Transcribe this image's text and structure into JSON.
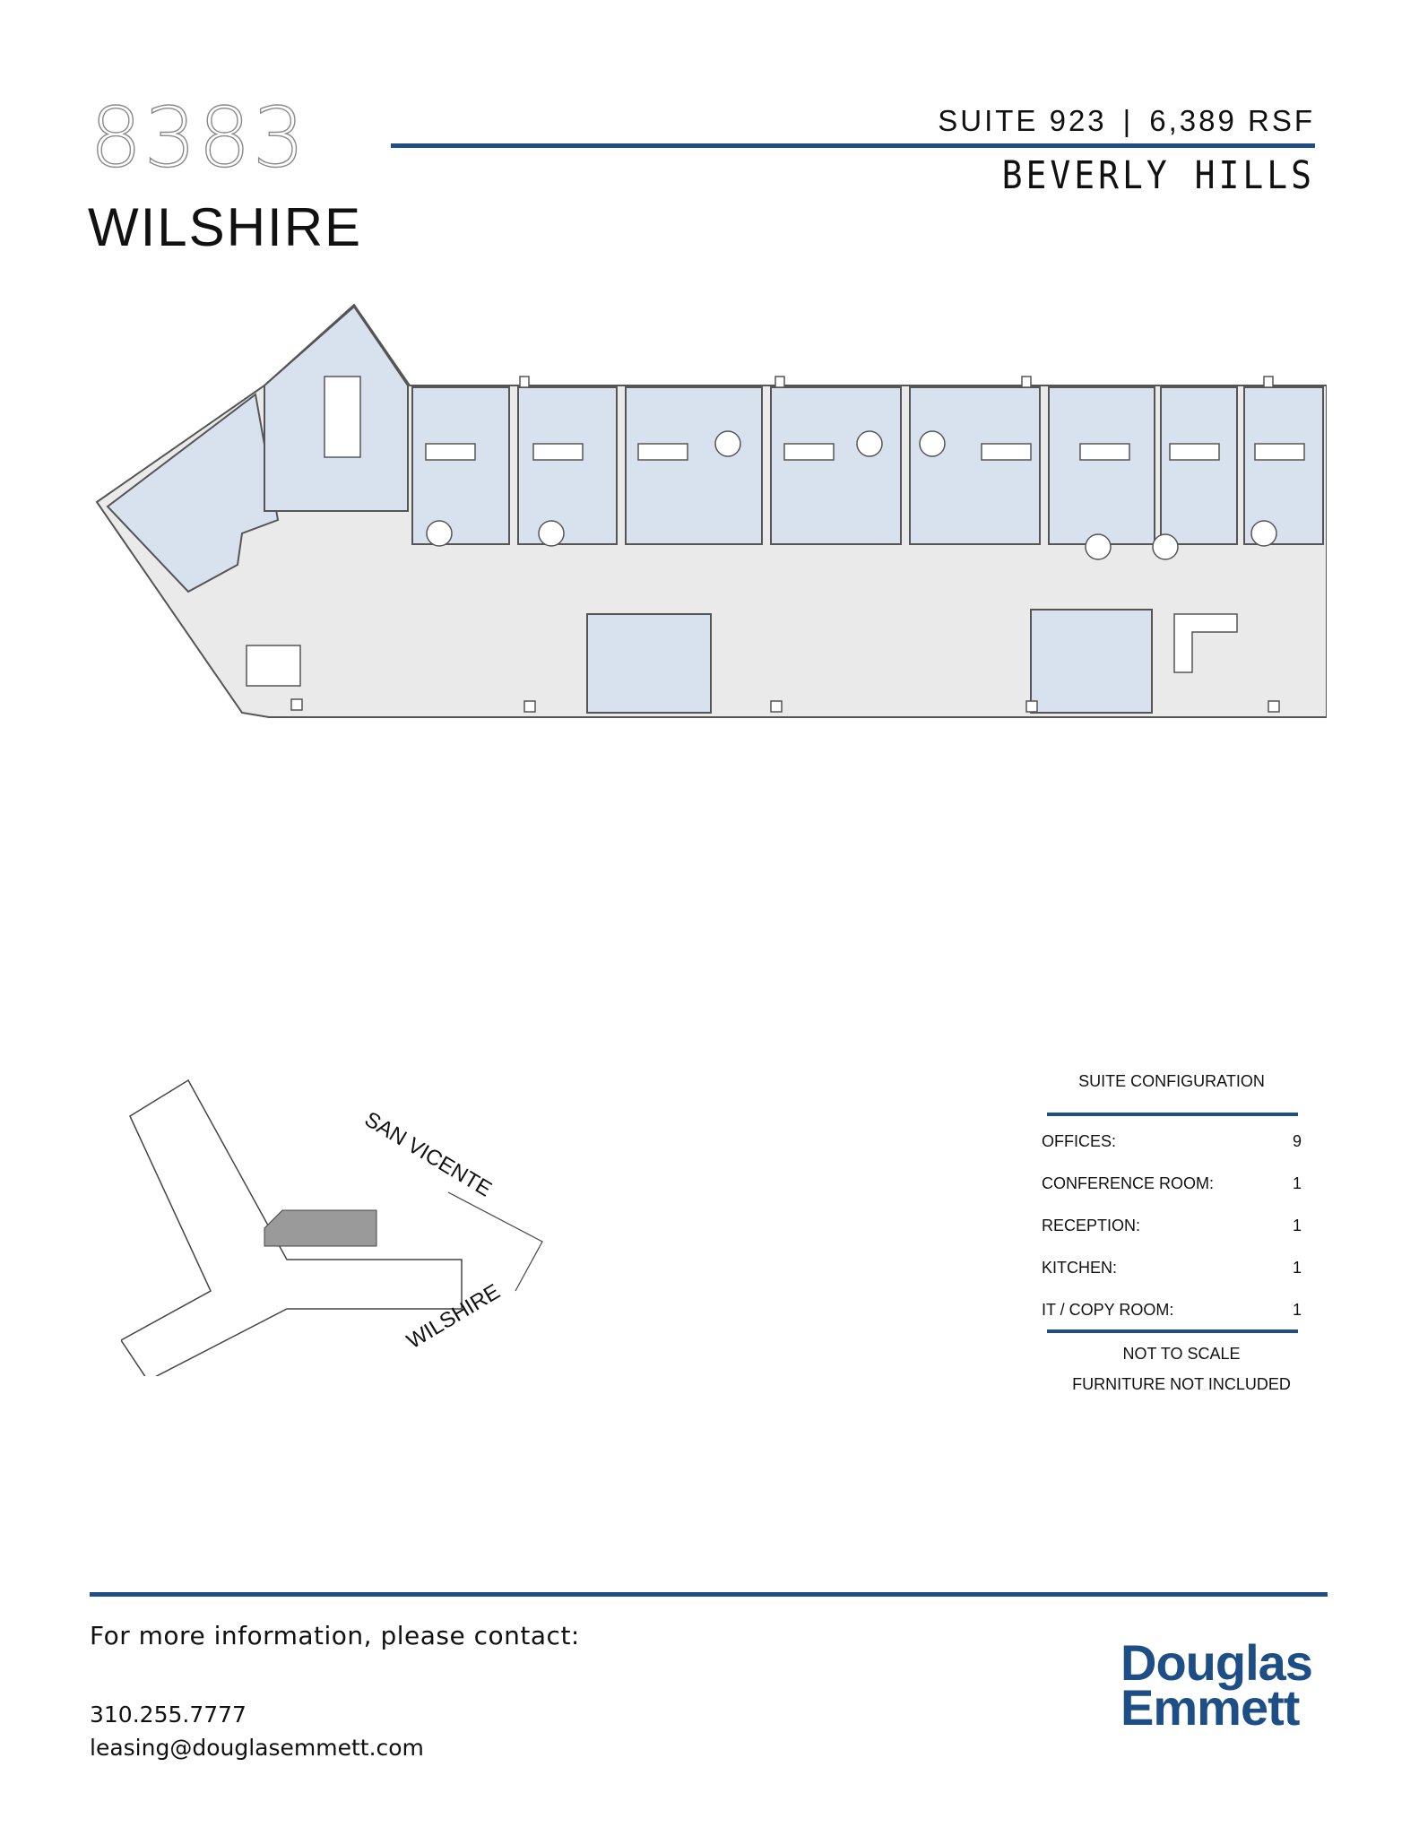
{
  "header": {
    "building_number": "8383",
    "building_name": "WILSHIRE",
    "suite": "SUITE 923",
    "separator": "|",
    "area": "6,389 RSF",
    "city": "BEVERLY HILLS"
  },
  "keyplan": {
    "street_top": "SAN VICENTE",
    "street_bottom": "WILSHIRE"
  },
  "suite_configuration": {
    "title": "SUITE CONFIGURATION",
    "rows": [
      {
        "label": "OFFICES:",
        "value": "9"
      },
      {
        "label": "CONFERENCE ROOM:",
        "value": "1"
      },
      {
        "label": "RECEPTION:",
        "value": "1"
      },
      {
        "label": "KITCHEN:",
        "value": "1"
      },
      {
        "label": "IT / COPY ROOM:",
        "value": "1"
      }
    ],
    "notes": [
      "NOT TO SCALE",
      "FURNITURE NOT INCLUDED"
    ]
  },
  "footer": {
    "heading": "For more information, please contact:",
    "phone": "310.255.7777",
    "email": "leasing@douglasemmett.com",
    "logo_line1": "Douglas",
    "logo_line2": "Emmett"
  },
  "colors": {
    "accent": "#1d4f86",
    "room_fill": "#d8e2ef",
    "corridor_fill": "#e8e8e8",
    "key_highlight": "#9a9a9a"
  }
}
